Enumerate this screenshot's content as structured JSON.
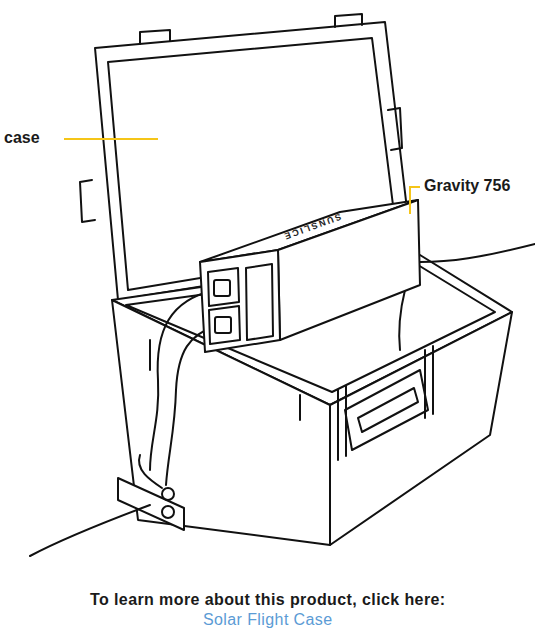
{
  "diagram": {
    "labels": [
      "case",
      "Gravity 756",
      "SUNSLICE",
      "To learn more about this product, click here:",
      "Solar Flight Case"
    ]
  }
}
